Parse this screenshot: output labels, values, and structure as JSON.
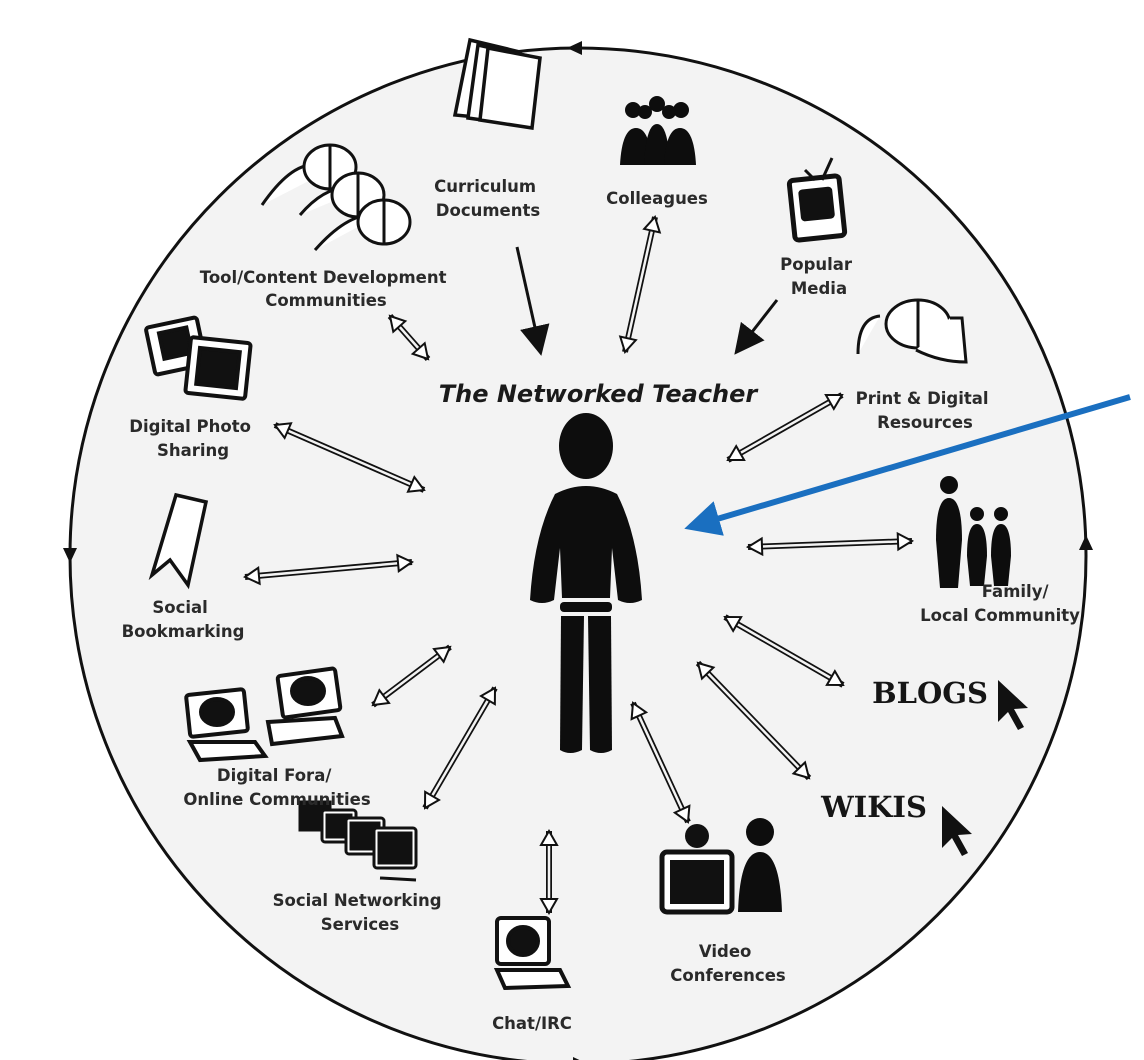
{
  "title": "The Networked Teacher",
  "colors": {
    "background": "#f3f3f3",
    "ink": "#111111",
    "pointer_arrow": "#1a6fc0"
  },
  "nodes": {
    "curriculum": [
      "Curriculum",
      "Documents"
    ],
    "colleagues": [
      "Colleagues"
    ],
    "popular_media": [
      "Popular",
      "Media"
    ],
    "tool_content": [
      "Tool/Content Development",
      "Communities"
    ],
    "print_digital": [
      "Print & Digital",
      "Resources"
    ],
    "photo_sharing": [
      "Digital Photo",
      "Sharing"
    ],
    "family": [
      "Family/",
      "Local Community"
    ],
    "bookmarking": [
      "Social",
      "Bookmarking"
    ],
    "blogs": [
      "BLOGS"
    ],
    "wikis": [
      "WIKIS"
    ],
    "fora": [
      "Digital Fora/",
      "Online Communities"
    ],
    "social_networking": [
      "Social Networking",
      "Services"
    ],
    "video": [
      "Video",
      "Conferences"
    ],
    "chat": [
      "Chat/IRC"
    ]
  }
}
